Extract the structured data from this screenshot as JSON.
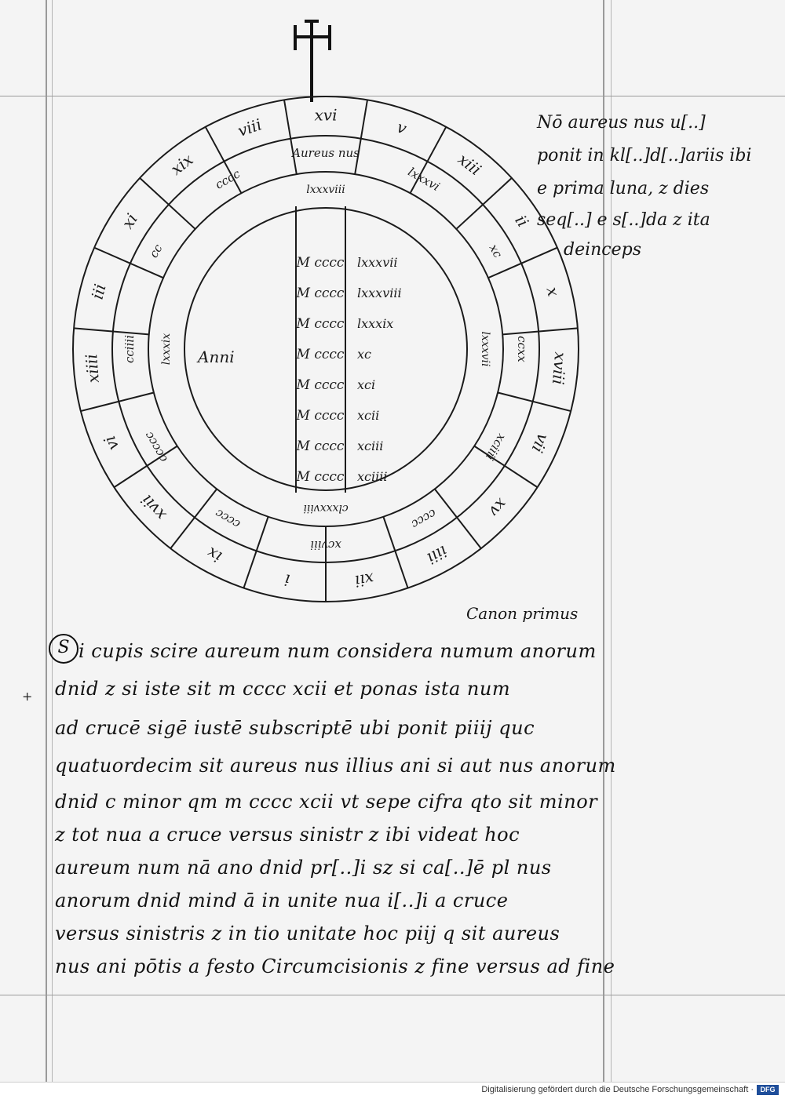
{
  "diagram": {
    "ring_outer": [
      "xvi",
      "v",
      "xiii",
      "ii",
      "x",
      "xviii",
      "vii",
      "xv",
      "iiii",
      "xii",
      "i",
      "ix",
      "xvii",
      "vi",
      "xiiii",
      "iii",
      "xi",
      "xix",
      "viii"
    ],
    "ring_middle": [
      "Aureus nus",
      "lxxxvi",
      "xc",
      "ccxx",
      "xciiii",
      "cccc",
      "xcviii",
      "cccc",
      "ccccc",
      "cciiii",
      "cc",
      "cccc"
    ],
    "ring_inner": [
      "lxxxviii",
      "lxxxvii",
      "clxxxviii",
      "lxxxix"
    ],
    "center_label": "Anni",
    "center_rows": [
      "M cccc",
      "M cccc",
      "M cccc",
      "M cccc",
      "M cccc",
      "M cccc",
      "M cccc",
      "M cccc"
    ],
    "center_years": [
      "lxxxvii",
      "lxxxviii",
      "lxxxix",
      "xc",
      "xci",
      "xcii",
      "xciii",
      "xciiii"
    ]
  },
  "note": {
    "lines": [
      "Nō aureus nus u[..]",
      "ponit in kl[..]d[..]ariis ibi",
      "e prima luna, z dies",
      "seq[..] e s[..]da z ita",
      "deinceps"
    ]
  },
  "canon": {
    "heading": "Canon primus",
    "initial": "S",
    "lines": [
      "i cupis scire aureum num considera numum anorum",
      "dnid z si iste sit m cccc xcii et ponas ista num",
      "ad crucē sigē iustē subscriptē ubi ponit piiij quc",
      "quatuordecim sit aureus nus illius ani si aut nus anorum",
      "dnid c minor qm m cccc xcii vt sepe cifra qto sit minor",
      "z tot nua a cruce versus sinistr z ibi videat hoc",
      "aureum num nā ano dnid pr[..]i sz si ca[..]ē pl nus",
      "anorum dnid mind ā in unite nua i[..]i a cruce",
      "versus sinistris z in tio unitate hoc piij q sit aureus",
      "nus ani pōtis a festo Circumcisionis z fine versus ad fine"
    ]
  },
  "margin_mark": "+",
  "footer": {
    "text": "Digitalisierung gefördert durch die Deutsche Forschungsgemeinschaft ·",
    "logo": "DFG"
  }
}
